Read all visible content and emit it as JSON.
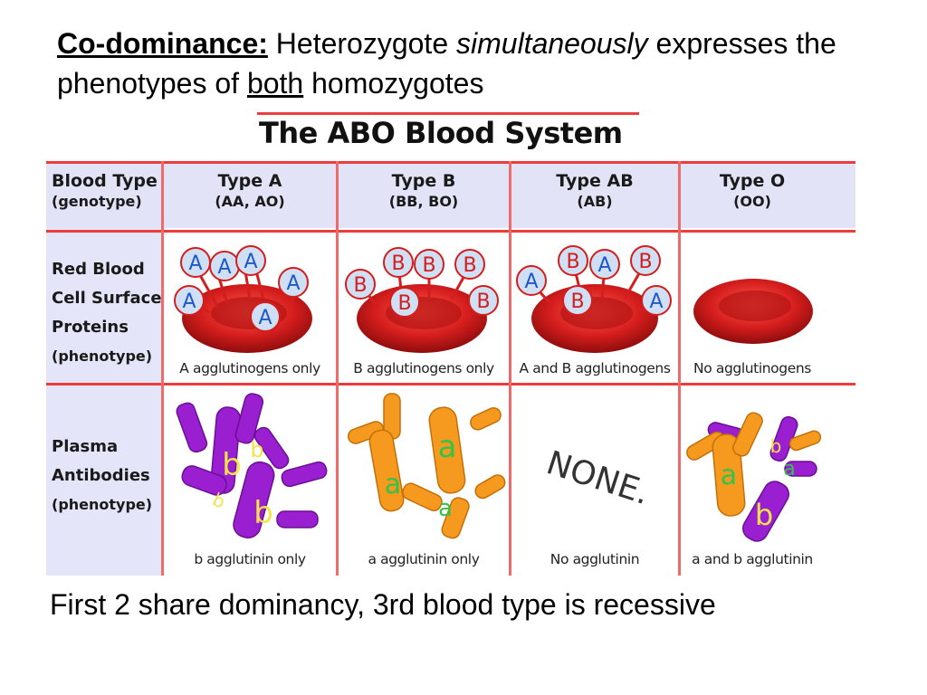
{
  "heading": {
    "label": "Co-dominance:",
    "part1": " Heterozygote ",
    "italic": "simultaneously",
    "part2": " expresses the phenotypes of ",
    "underlined": "both",
    "part3": " homozygotes"
  },
  "table": {
    "title": "The ABO Blood System",
    "header": {
      "label_line1": "Blood Type",
      "label_line2": "(genotype)",
      "types": [
        {
          "name": "Type A",
          "genotype": "(AA, AO)"
        },
        {
          "name": "Type B",
          "genotype": "(BB, BO)"
        },
        {
          "name": "Type AB",
          "genotype": "(AB)"
        },
        {
          "name": "Type O",
          "genotype": "(OO)"
        }
      ]
    },
    "rbc_row": {
      "label_lines": [
        "Red Blood",
        "Cell Surface",
        "Proteins"
      ],
      "label_sub": "(phenotype)",
      "captions": [
        "A agglutinogens only",
        "B agglutinogens only",
        "A and B agglutinogens",
        "No agglutinogens"
      ]
    },
    "plasma_row": {
      "label_lines": [
        "Plasma",
        "Antibodies"
      ],
      "label_sub": "(phenotype)",
      "captions": [
        "b agglutinin only",
        "a agglutinin only",
        "No agglutinin",
        "a and b agglutinin"
      ],
      "none_text": "NONE."
    },
    "antigen_letters": {
      "a": "A",
      "b": "B"
    },
    "antibody_letters": {
      "a": "a",
      "b": "b"
    }
  },
  "footer": "First 2 share dominancy, 3rd blood type is recessive",
  "colors": {
    "accent_line": "#ee3b3b",
    "header_band": "#e2e3f7",
    "rbc_red": "#d41d1d",
    "antibody_b_purple": "#9a1fd0",
    "antibody_a_orange": "#f59a1e",
    "antigen_circle": "#cfe0f5",
    "antigen_text": "#1f57c9"
  }
}
